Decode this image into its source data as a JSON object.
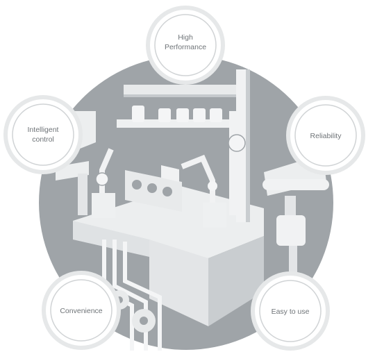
{
  "colors": {
    "background": "#ffffff",
    "disc": "#9fa4a8",
    "machine_light": "#f1f2f3",
    "machine_mid": "#d7dadc",
    "line_dark": "#6e7377",
    "badge_ring_outer": "#e6e8e9",
    "badge_ring_inner": "#d0d3d5"
  },
  "badges": [
    {
      "id": "high-performance",
      "lines": [
        "High",
        "Performance"
      ]
    },
    {
      "id": "intelligent-control",
      "lines": [
        "Intelligent",
        "control"
      ]
    },
    {
      "id": "reliability",
      "lines": [
        "Reliability"
      ]
    },
    {
      "id": "convenience",
      "lines": [
        "Convenience"
      ]
    },
    {
      "id": "easy-to-use",
      "lines": [
        "Easy to use"
      ]
    }
  ]
}
